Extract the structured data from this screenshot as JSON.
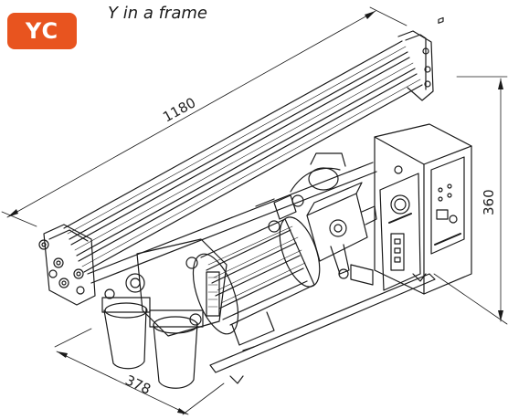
{
  "badge": {
    "text": "YC",
    "color": "#e8541f"
  },
  "subtitle": "Y in a frame",
  "dimensions": {
    "length": "1180",
    "height": "360",
    "depth": "378"
  }
}
